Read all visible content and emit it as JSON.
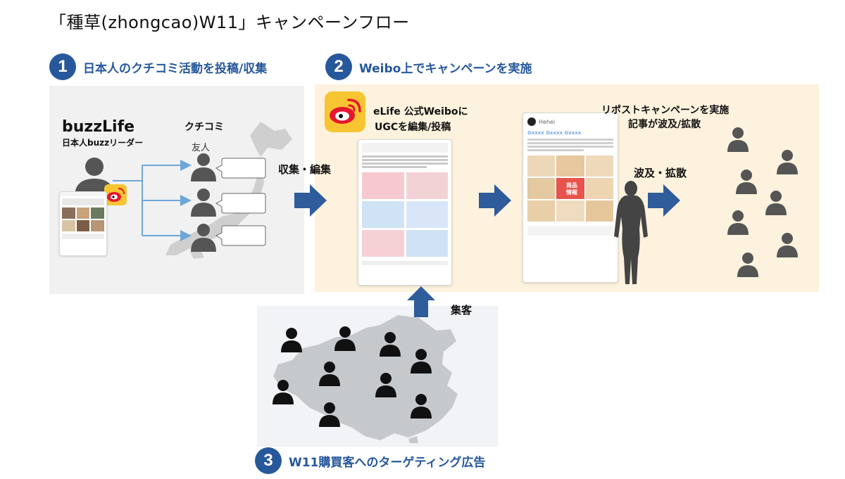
{
  "title": "「種草(zhongcao)W11」キャンペーンフロー",
  "steps": [
    {
      "num": "1",
      "label": "日本人のクチコミ活動を投稿/収集"
    },
    {
      "num": "2",
      "label": "Weibo上でキャンペーンを実施"
    },
    {
      "num": "3",
      "label": "W11購買客へのターゲティング広告"
    }
  ],
  "panel1": {
    "brand": "buzzLife",
    "brand_sub": "日本人buzzリーダー",
    "kuchikomi": "クチコミ",
    "friends": "友人"
  },
  "flow": {
    "collect_edit": "収集・編集",
    "spread": "波及・拡散",
    "customers": "集客"
  },
  "panel2": {
    "elife_line1": "eLife 公式Weiboに",
    "elife_line2": "UGCを編集/投稿",
    "repost_line1": "リポストキャンペーンを実施",
    "repost_line2": "記事が波及/拡散",
    "card_name": "Hehei",
    "card_headline": "Gxxxx Gxxxx Gxxxx",
    "product_tag": "商品\n情報"
  },
  "colors": {
    "accent": "#27589b",
    "arrow": "#2f5c9b",
    "connector": "#6ea6d8",
    "panel1_bg": "#f1f1f1",
    "panel2_bg": "#fdf2dd",
    "person": "#111111",
    "person_gray": "#555555"
  }
}
